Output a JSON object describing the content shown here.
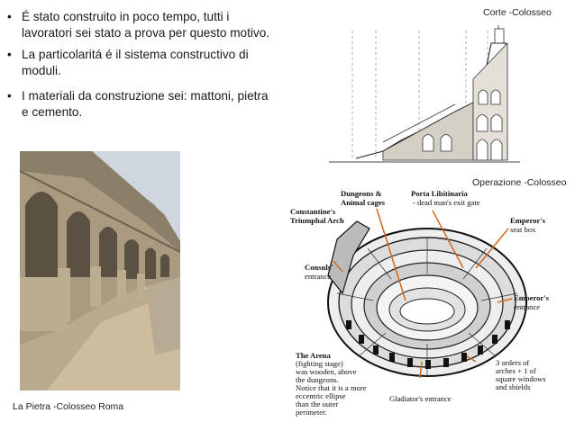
{
  "bullets": [
    "É stato construito in poco tempo, tutti i lavoratori sei stato a prova per questo motivo.",
    "La particolaritá é il sistema constructivo di moduli.",
    "I materiali da construzione sei: mattoni, pietra e cemento."
  ],
  "captions": {
    "corte": "Corte -Colosseo",
    "operazione": "Operazione -Colosseo",
    "pietra": "La Pietra -Colosseo Roma"
  },
  "diagram_labels": {
    "dungeons": [
      "Dungeons &",
      "Animal cages"
    ],
    "porta": [
      "Porta Libitinaria",
      "- dead man's exit gate"
    ],
    "constantine": [
      "Constantine's",
      "Triumphal Arch"
    ],
    "emperor_seat": [
      "Emperor's",
      "seat box"
    ],
    "consuls": [
      "Consuls'",
      "entrance"
    ],
    "emperor_entrance": [
      "Emperor's",
      "entrance"
    ],
    "arena": [
      "The Arena",
      "(fighting stage)",
      "was wooden, above",
      "the dungeons.",
      "Notice that it is  a  more",
      "eccentric ellipse",
      "than the outer",
      "perimeter."
    ],
    "gladiator": "Gladiator's entrance",
    "orders": [
      "3 orders of",
      "arches + 1 of",
      "square windows",
      "and shields"
    ]
  }
}
